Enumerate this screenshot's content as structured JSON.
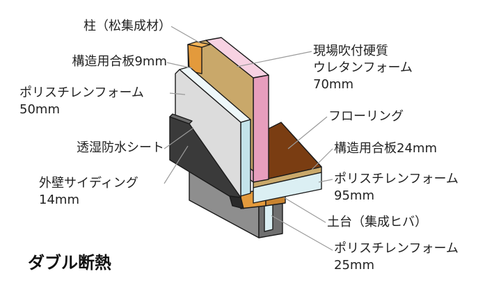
{
  "title": "ダブル断熱",
  "labels": {
    "column": "柱（松集成材）",
    "plywood_wall": "構造用合板9mm",
    "ps_foam_50_line1": "ポリスチレンフォーム",
    "ps_foam_50_line2": "50mm",
    "moisture_sheet": "透湿防水シート",
    "siding_line1": "外壁サイディング",
    "siding_line2": "14mm",
    "urethane_line1": "現場吹付硬質",
    "urethane_line2": "ウレタンフォーム",
    "urethane_line3": "70mm",
    "flooring": "フローリング",
    "plywood_floor": "構造用合板24mm",
    "ps_foam_95_line1": "ポリスチレンフォーム",
    "ps_foam_95_line2": "95mm",
    "sill": "土台（集成ヒバ）",
    "ps_foam_25_line1": "ポリスチレンフォーム",
    "ps_foam_25_line2": "25mm"
  },
  "colors": {
    "column_wood": "#e39a3c",
    "plywood": "#c9a86a",
    "urethane": "#f2b6cf",
    "ps_foam": "#dbeff3",
    "moisture_sheet": "#dcdcdc",
    "siding": "#3a3a3a",
    "flooring": "#7a3d12",
    "foundation": "#8e8e8e"
  }
}
